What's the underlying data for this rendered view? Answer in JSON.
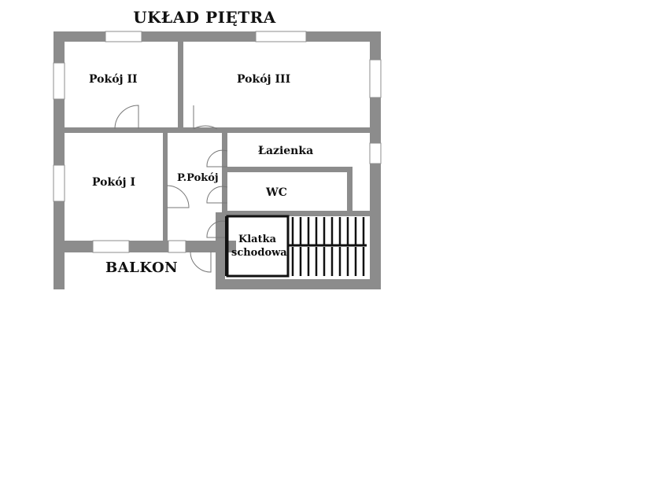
{
  "title": "UKŁAD PIĘTRA",
  "rooms": {
    "pokoj_2": "Pokój II",
    "pokoj_3": "Pokój III",
    "lazienka": "Łazienka",
    "pokoj_1": "Pokój I",
    "p_pokoj": "P.Pokój",
    "wc": "WC",
    "klatka": "Klatka schodowa",
    "balkon": "BALKON"
  },
  "colors": {
    "wall": "#8c8c8c",
    "line": "#555555",
    "background": "#ffffff"
  }
}
